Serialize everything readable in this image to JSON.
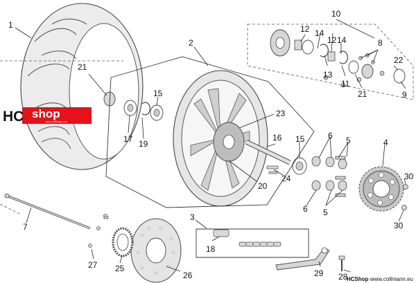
{
  "logo": {
    "hc": "HC",
    "shop": "shop",
    "sub": "www.collmann.eu"
  },
  "credit": {
    "brand": "HCShop",
    "url": "www.collmann.eu"
  },
  "callouts": {
    "n1": "1",
    "n2": "2",
    "n3": "3",
    "n4": "4",
    "n5a": "5",
    "n5b": "5",
    "n6a": "6",
    "n6b": "6",
    "n7": "7",
    "n8": "8",
    "n9": "9",
    "n10": "10",
    "n11": "11",
    "n12a": "12",
    "n12b": "12",
    "n13": "13",
    "n14a": "14",
    "n14b": "14",
    "n15a": "15",
    "n15b": "15",
    "n16": "16",
    "n17": "17",
    "n18": "18",
    "n19": "19",
    "n20": "20",
    "n21a": "21",
    "n21b": "21",
    "n22": "22",
    "n23": "23",
    "n24": "24",
    "n25": "25",
    "n26": "26",
    "n27": "27",
    "n28": "28",
    "n29": "29",
    "n30a": "30",
    "n30b": "30"
  },
  "colors": {
    "logo_red": "#e4121a",
    "logo_white": "#ffffff",
    "ink": "#111111",
    "tyre": "#ececec",
    "part": "#d9d9d9"
  }
}
